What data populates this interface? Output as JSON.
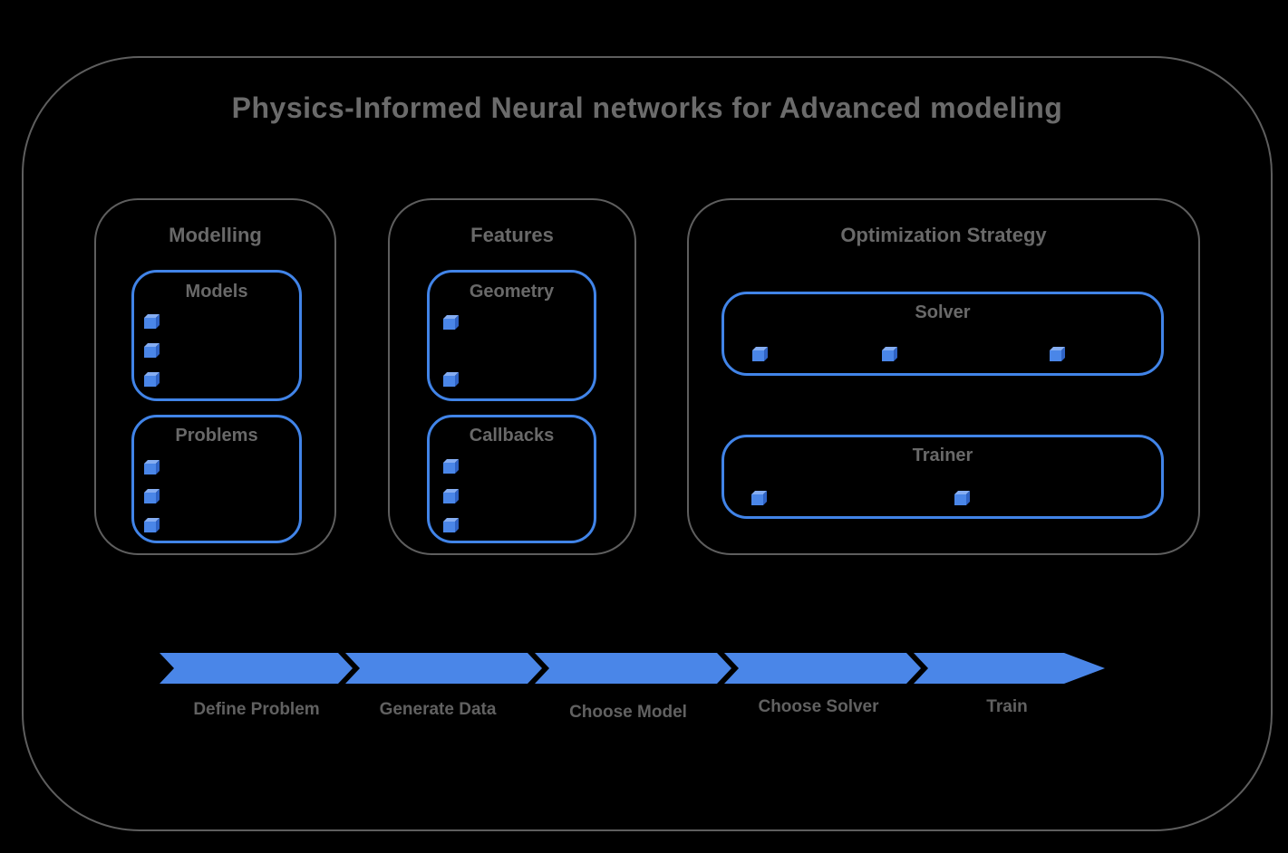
{
  "title": "Physics-Informed Neural networks for Advanced modeling",
  "sections": [
    {
      "id": "modelling",
      "label": "Modelling",
      "groups": [
        {
          "id": "models",
          "label": "Models",
          "bullet_count": 3
        },
        {
          "id": "problems",
          "label": "Problems",
          "bullet_count": 3
        }
      ]
    },
    {
      "id": "features",
      "label": "Features",
      "groups": [
        {
          "id": "geometry",
          "label": "Geometry",
          "bullet_count": 2
        },
        {
          "id": "callbacks",
          "label": "Callbacks",
          "bullet_count": 3
        }
      ]
    },
    {
      "id": "optimization",
      "label": "Optimization Strategy",
      "groups": [
        {
          "id": "solver",
          "label": "Solver",
          "bullet_count": 3
        },
        {
          "id": "trainer",
          "label": "Trainer",
          "bullet_count": 2
        }
      ]
    }
  ],
  "pipeline": {
    "steps": [
      "Define Problem",
      "Generate Data",
      "Choose Model",
      "Choose Solver",
      "Train"
    ]
  },
  "icons": {
    "bullet": "cube-3d"
  },
  "colors": {
    "background": "#000000",
    "outline_gray": "#5e5e5e",
    "text_gray": "#696969",
    "accent_blue": "#4a86e8",
    "border_blue": "#4184e8",
    "cube_top_blue": "#85adf2",
    "cube_side_blue": "#2f63c5"
  }
}
